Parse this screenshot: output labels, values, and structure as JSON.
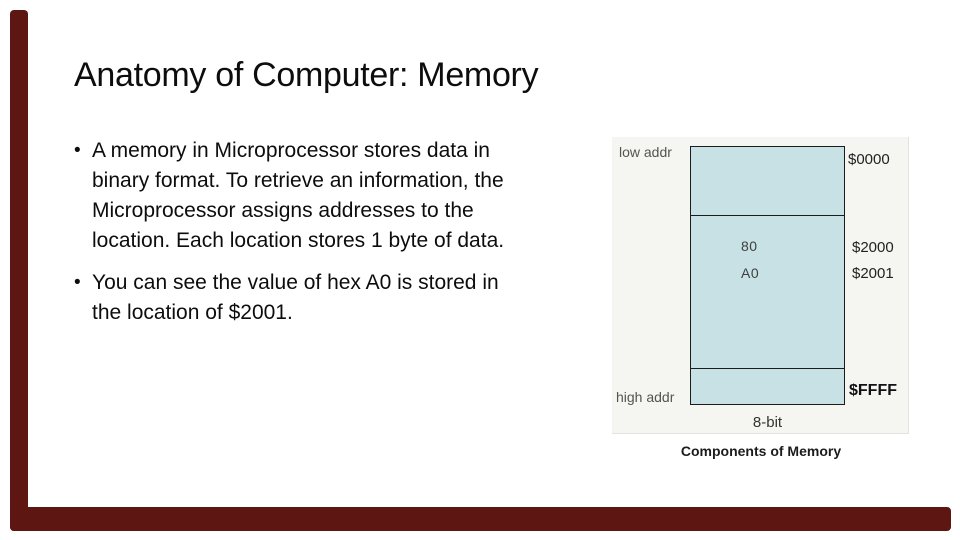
{
  "colors": {
    "accent": "#5e1612",
    "box_fill": "#c7e1e4",
    "diagram_bg": "#f5f5f2"
  },
  "slide": {
    "title": "Anatomy of Computer: Memory",
    "bullet_char": "•",
    "bullets": [
      {
        "lines": [
          "A memory in Microprocessor stores data in",
          "binary format. To retrieve an information, the",
          "Microprocessor assigns addresses to the",
          "location. Each location stores 1 byte of data."
        ]
      },
      {
        "lines": [
          "You can see the value of hex A0 is stored in",
          "the location of $2001."
        ]
      }
    ]
  },
  "diagram": {
    "low_addr": "low addr",
    "high_addr": "high addr",
    "addr_0000": "$0000",
    "addr_2000": "$2000",
    "addr_2001": "$2001",
    "addr_ffff": "$FFFF",
    "cell_80": "80",
    "cell_a0": "A0",
    "width_label": "8-bit",
    "caption": "Components of Memory"
  }
}
